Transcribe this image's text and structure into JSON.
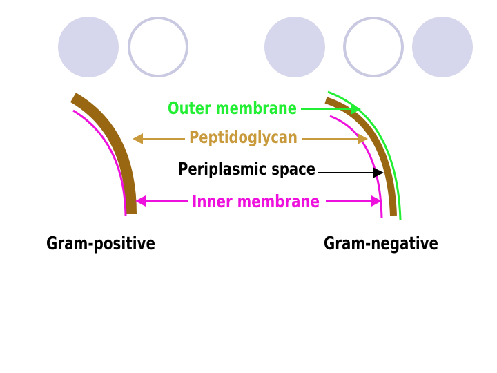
{
  "colors": {
    "circle_fill": "#d6d6ec",
    "circle_outline": "#c9c9e2",
    "outer_membrane": "#22ee33",
    "peptidoglycan": "#996611",
    "peptidoglycan_label": "#c89a3c",
    "periplasmic": "#000000",
    "inner_membrane": "#ee11dd"
  },
  "labels": {
    "outer_membrane": "Outer membrane",
    "peptidoglycan": "Peptidoglycan",
    "periplasmic_space": "Periplasmic space",
    "inner_membrane": "Inner membrane"
  },
  "captions": {
    "gram_positive": "Gram-positive",
    "gram_negative": "Gram-negative"
  }
}
